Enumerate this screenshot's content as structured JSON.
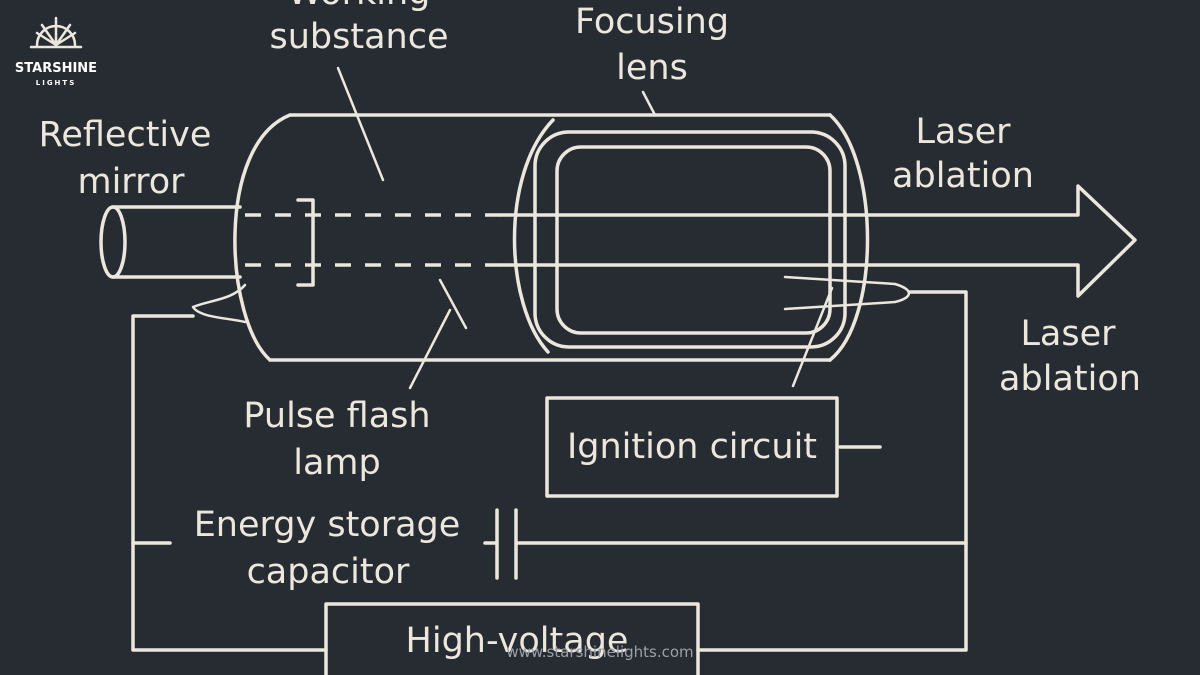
{
  "logo": {
    "name": "STARSHINE",
    "sub": "LIGHTS"
  },
  "labels": {
    "working_substance": [
      "Working",
      "substance"
    ],
    "focusing_lens": [
      "Focusing",
      "lens"
    ],
    "reflective_mirror": [
      "Reflective",
      "mirror"
    ],
    "laser_ablation_top": [
      "Laser",
      "ablation"
    ],
    "laser_ablation_right": [
      "Laser",
      "ablation"
    ],
    "pulse_flash_lamp": [
      "Pulse flash",
      "lamp"
    ],
    "ignition_circuit": "Ignition circuit",
    "energy_storage_capacitor": [
      "Energy storage",
      "capacitor"
    ],
    "high_voltage": "High-voltage"
  },
  "watermark": "www.starshinelights.com",
  "colors": {
    "background": "#272c33",
    "line": "#ece7dd"
  }
}
